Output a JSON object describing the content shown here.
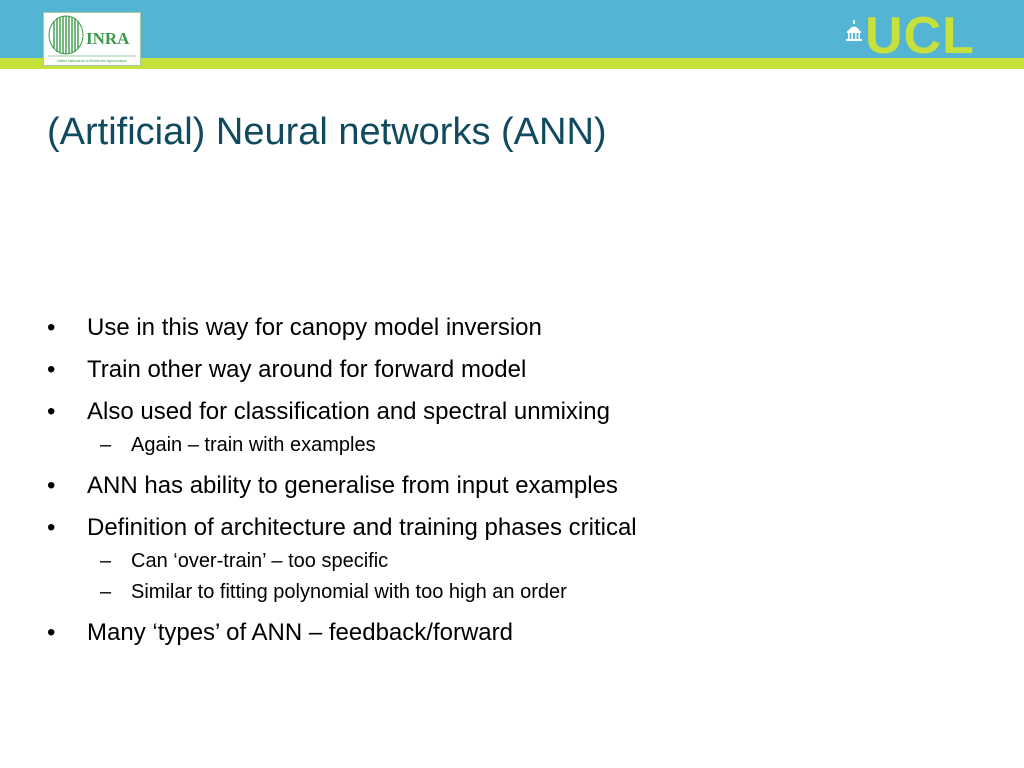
{
  "slide": {
    "title": "(Artificial) Neural networks (ANN)",
    "bullet_marker": "•",
    "sub_marker": "–",
    "items": [
      {
        "level": 1,
        "text": "Use in this way for canopy model inversion"
      },
      {
        "level": 1,
        "text": "Train other way around for forward model"
      },
      {
        "level": 1,
        "text": "Also used for classification and spectral unmixing"
      },
      {
        "level": 2,
        "text": "Again – train with examples"
      },
      {
        "level": 1,
        "text": "ANN has ability to generalise from input examples"
      },
      {
        "level": 1,
        "text": "Definition of architecture and training phases critical"
      },
      {
        "level": 2,
        "text": "Can ‘over-train’ – too specific"
      },
      {
        "level": 2,
        "text": "Similar to fitting polynomial with too high an order"
      },
      {
        "level": 1,
        "text": "Many ‘types’ of ANN – feedback/forward"
      }
    ]
  },
  "logos": {
    "left": {
      "name": "INRA",
      "text": "INRA",
      "tagline": "Institut National de la Recherche Agronomique"
    },
    "right": {
      "name": "UCL",
      "text": "UCL"
    }
  },
  "colors": {
    "header_band": "#53b4d4",
    "header_stripe": "#c6e03c",
    "title": "#0f4a5e",
    "ucl_logo": "#c6e03c",
    "inra_green": "#3a9a4a"
  }
}
